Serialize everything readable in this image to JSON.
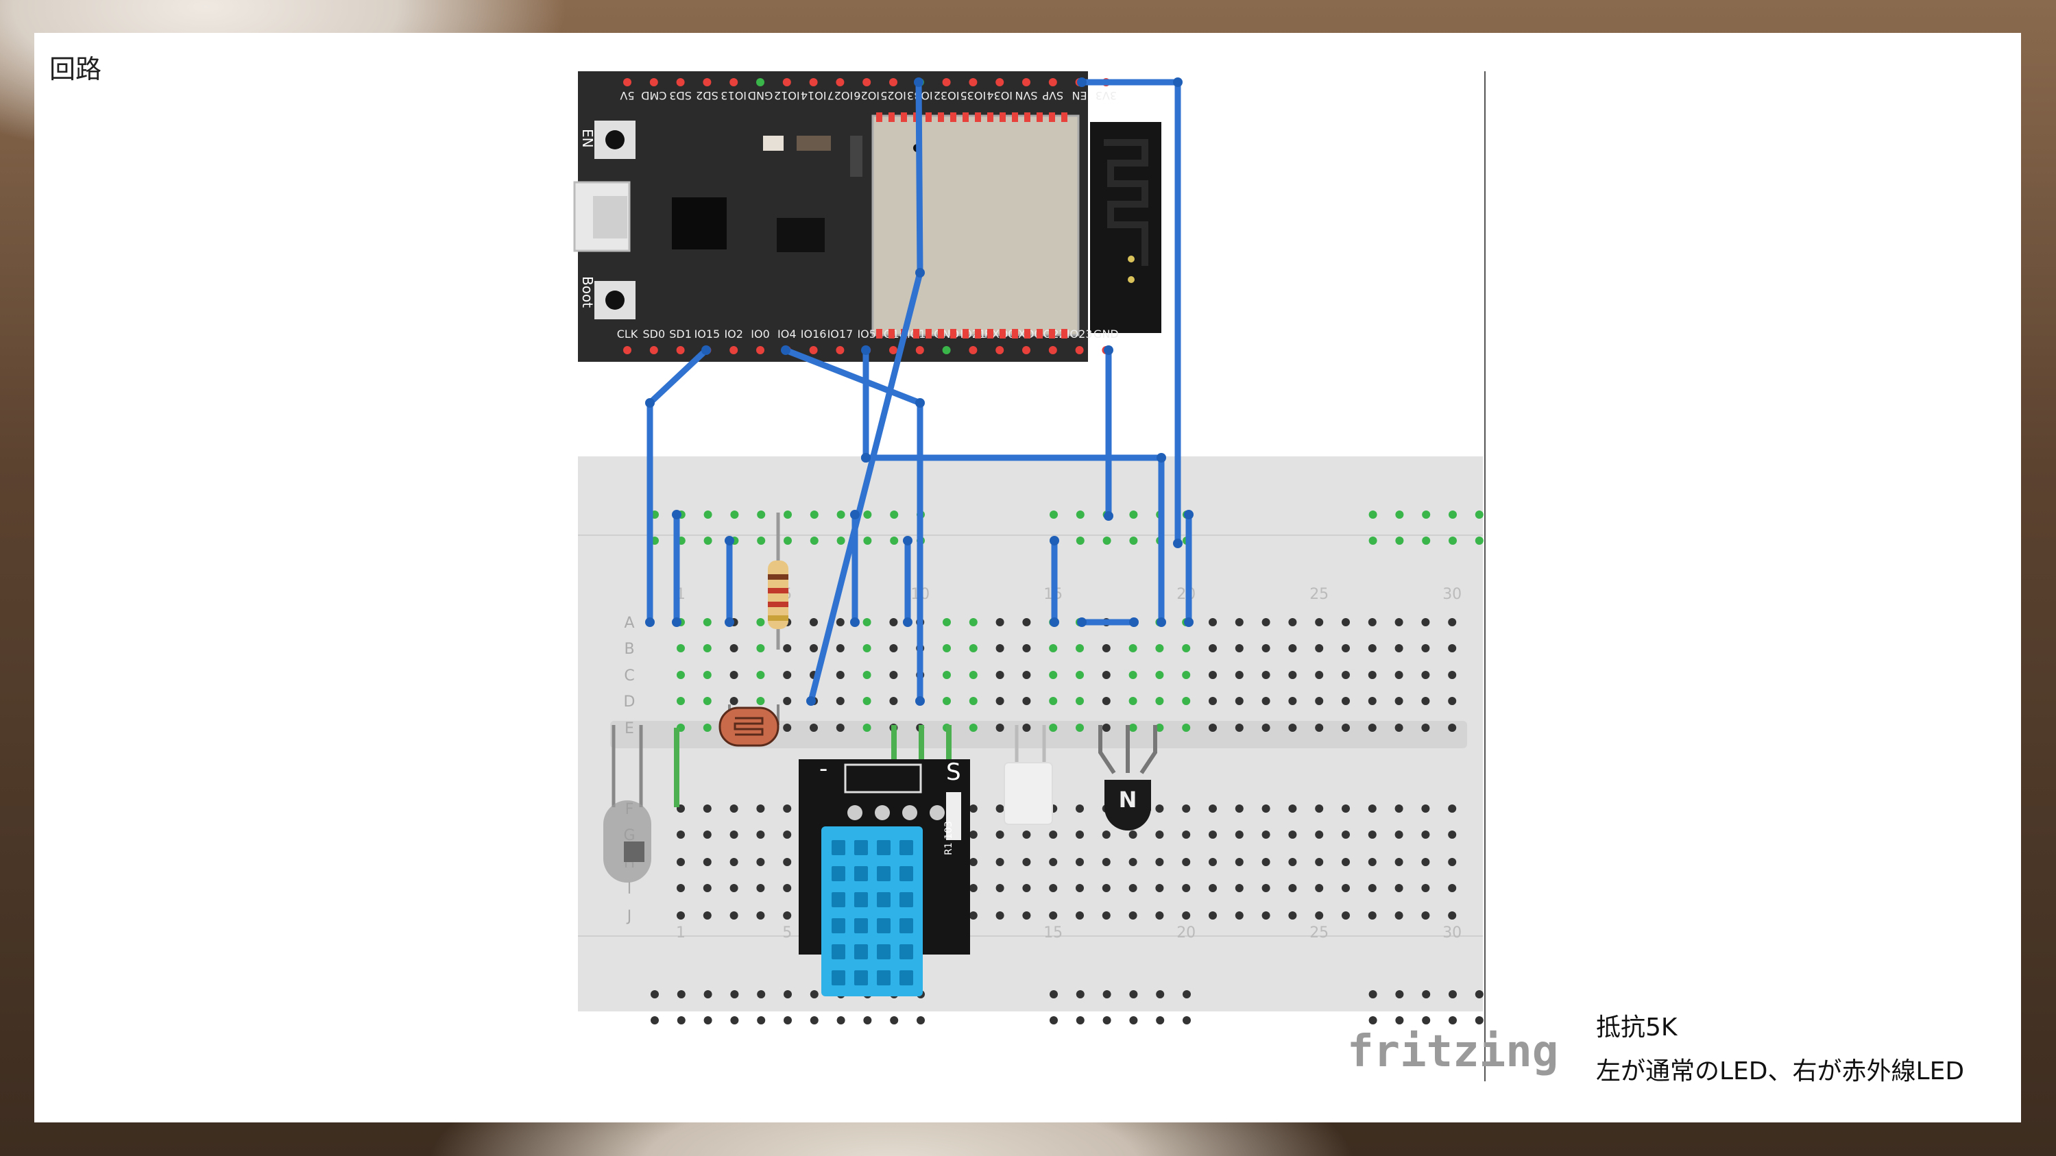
{
  "slide": {
    "title": "回路",
    "notes": [
      "抵抗5K",
      "左が通常のLED、右が赤外線LED"
    ]
  },
  "diagram": {
    "watermark": "fritzing",
    "esp32": {
      "top_pins": [
        "5V",
        "CMD",
        "SD3",
        "SD2",
        "IO13",
        "GND",
        "IO12",
        "IO14",
        "IO27",
        "IO26",
        "IO25",
        "IO33",
        "IO32",
        "IO35",
        "IO34",
        "SVN",
        "SVP",
        "EN",
        "3V3"
      ],
      "bottom_pins": [
        "CLK",
        "SD0",
        "SD1",
        "IO15",
        "IO2",
        "IO0",
        "IO4",
        "IO16",
        "IO17",
        "IO5",
        "IO18",
        "IO19",
        "GND",
        "IO21",
        "RXD0",
        "TXD0",
        "IO22",
        "IO23",
        "GND"
      ],
      "button_labels": [
        "EN",
        "Boot"
      ]
    },
    "breadboard": {
      "row_labels_top": [
        "A",
        "B",
        "C",
        "D",
        "E"
      ],
      "row_labels_bottom": [
        "F",
        "G",
        "H",
        "I",
        "J"
      ],
      "column_numbers": [
        "1",
        "5",
        "10",
        "15",
        "20",
        "25",
        "30"
      ]
    },
    "sensor_module": {
      "minus_label": "-",
      "signal_label": "S",
      "resistor_label": "R1 103"
    },
    "transistor_label": "N"
  },
  "colors": {
    "wire": "#2f72d0",
    "board": "#2b2b2b",
    "breadboard": "#e3e3e3",
    "active_hole": "#39b54a",
    "pin_red": "#e8413c",
    "sensor": "#2eb2e8"
  }
}
